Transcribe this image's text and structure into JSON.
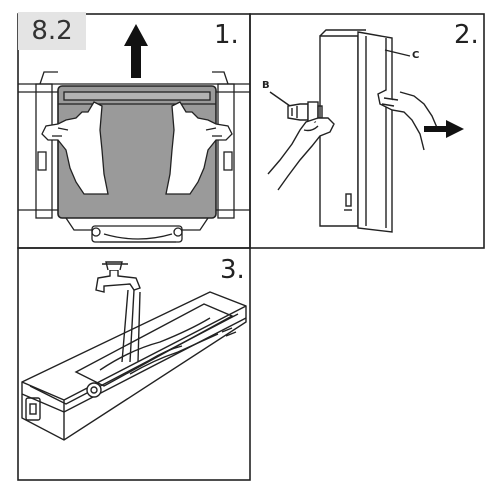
{
  "section": {
    "label": "8.2"
  },
  "steps": [
    {
      "number": "1."
    },
    {
      "number": "2."
    },
    {
      "number": "3."
    }
  ],
  "parts": {
    "b": "B",
    "c": "C"
  },
  "icons": {
    "panel1_arrow": "arrow-up-icon",
    "panel2_arrow": "arrow-right-icon",
    "panel3_tap": "water-tap-icon"
  },
  "colors": {
    "line": "#222222",
    "tank_fill": "#9a9a9a",
    "badge_bg": "#e4e4e4",
    "background": "#ffffff"
  }
}
